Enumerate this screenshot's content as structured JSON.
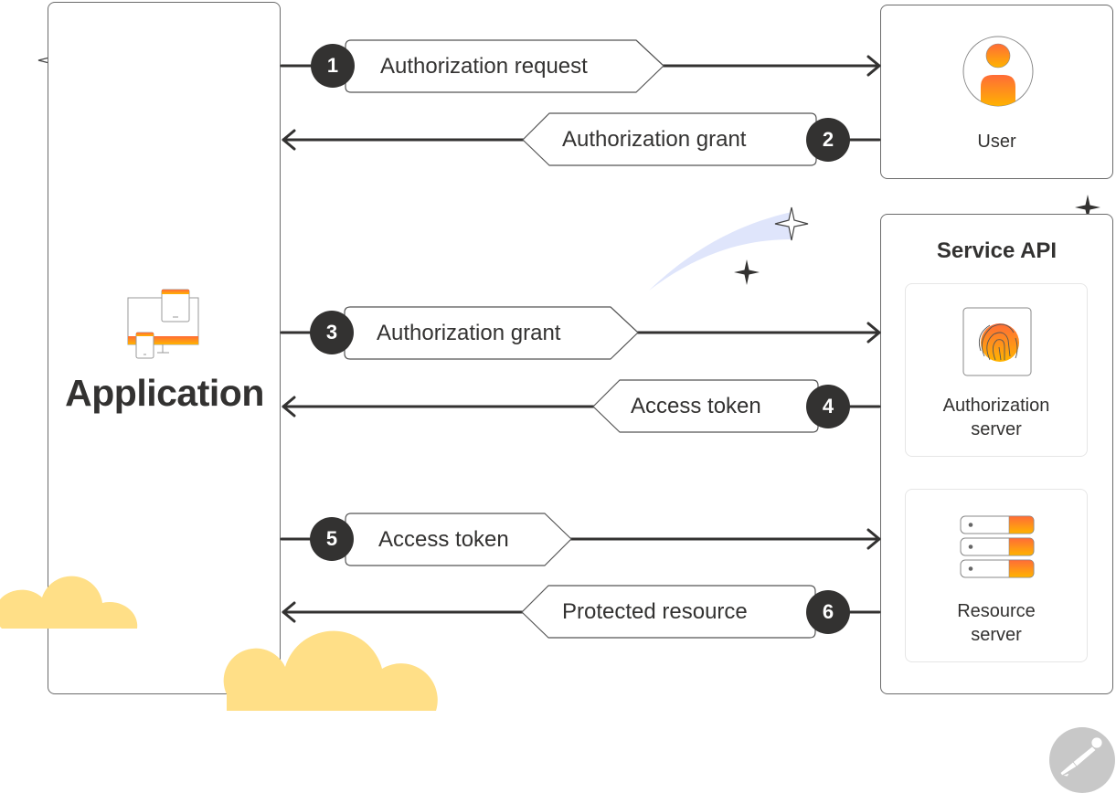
{
  "diagram": {
    "title": "OAuth 2.0 authorization flow",
    "nodes": {
      "application": {
        "label": "Application",
        "icon": "devices-icon"
      },
      "user": {
        "label": "User",
        "icon": "user-avatar-icon"
      },
      "service_api": {
        "label": "Service API",
        "children": {
          "authorization_server": {
            "label_line1": "Authorization",
            "label_line2": "server",
            "icon": "fingerprint-icon"
          },
          "resource_server": {
            "label_line1": "Resource",
            "label_line2": "server",
            "icon": "server-stack-icon"
          }
        }
      }
    },
    "flows": [
      {
        "step": "1",
        "label": "Authorization request",
        "from": "Application",
        "to": "User",
        "direction": "right"
      },
      {
        "step": "2",
        "label": "Authorization grant",
        "from": "User",
        "to": "Application",
        "direction": "left"
      },
      {
        "step": "3",
        "label": "Authorization grant",
        "from": "Application",
        "to": "Authorization server",
        "direction": "right"
      },
      {
        "step": "4",
        "label": "Access token",
        "from": "Authorization server",
        "to": "Application",
        "direction": "left"
      },
      {
        "step": "5",
        "label": "Access token",
        "from": "Application",
        "to": "Resource server",
        "direction": "right"
      },
      {
        "step": "6",
        "label": "Protected resource",
        "from": "Resource server",
        "to": "Application",
        "direction": "left"
      }
    ],
    "colors": {
      "ink": "#333231",
      "border": "#6b6b6b",
      "orange_top": "#ff6c37",
      "orange_bottom": "#ffb400",
      "cloud": "#ffdf87",
      "comet": "#dfe5fb",
      "logo": "#c8c8c8"
    },
    "decorations": [
      "sparkle-outline-icon",
      "sparkle-filled-icon",
      "comet-trail",
      "cloud",
      "postman-logo-icon"
    ]
  }
}
